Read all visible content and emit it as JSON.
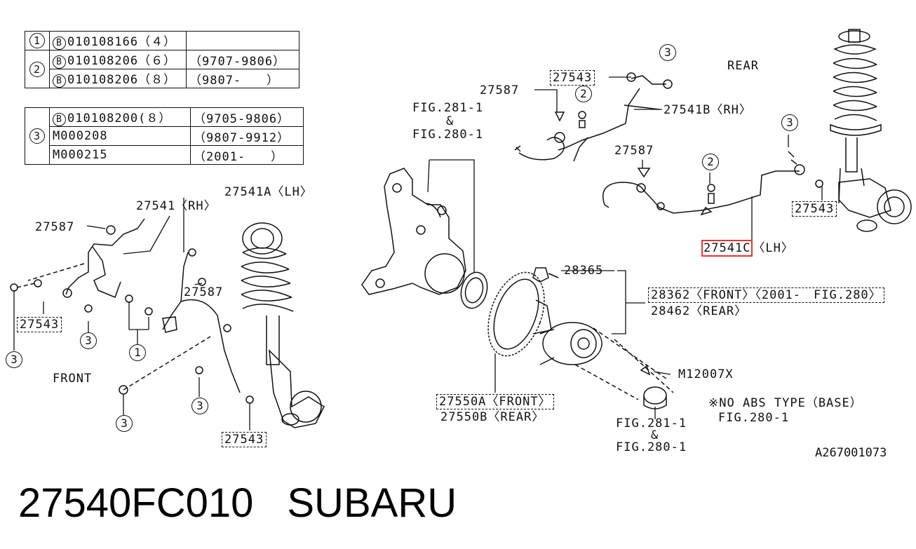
{
  "table1": {
    "rows": [
      {
        "ref": "1",
        "part": "010108166（４）",
        "range": ""
      },
      {
        "ref": "2",
        "part": "010108206（６）",
        "range": "（9707-9806）"
      },
      {
        "ref": "",
        "part": "010108206（８）",
        "range": "（9807-　　）"
      }
    ],
    "b_mark": "B"
  },
  "table2": {
    "ref": "3",
    "rows": [
      {
        "b": true,
        "part": "010108200(８）",
        "range": "（9705-9806）"
      },
      {
        "b": false,
        "part": "M000208",
        "range": "（9807-9912）"
      },
      {
        "b": false,
        "part": "M000215",
        "range": "（2001-　　）"
      }
    ]
  },
  "labels": {
    "rear": "REAR",
    "front": "FRONT",
    "p27543_top": "27543",
    "p27587_top": "27587",
    "p27541b": "27541B〈RH〉",
    "fig281_top": "FIG.281-1",
    "amp": "&",
    "fig280_top": "FIG.280-1",
    "p27587_mid": "27587",
    "p27543_right": "27543",
    "p27541c": "27541C〈LH〉",
    "p27541c_highlight": "27541C",
    "p27541c_suffix": "〈LH〉",
    "p27541a": "27541A〈LH〉",
    "p27541_rh": "27541〈RH〉",
    "p27587_left": "27587",
    "p27587_left2": "27587",
    "p27543_left": "27543",
    "p27543_bottom": "27543",
    "p28365": "28365",
    "p28362": "28362〈FRONT〉〈2001-　FIG.280〉",
    "p28462": "28462〈REAR〉",
    "m12007x": "M12007X",
    "p27550a": "27550A〈FRONT〉",
    "p27550b": "27550B〈REAR〉",
    "note1": "※NO ABS TYPE（BASE）",
    "note2": "FIG.280-1",
    "fig281_bot": "FIG.281-1",
    "amp_bot": "&",
    "fig280_bot": "FIG.280-1",
    "code": "A267001073"
  },
  "callouts": [
    "1",
    "2",
    "3"
  ],
  "footer": {
    "part_number": "27540FC010",
    "brand": "SUBARU"
  },
  "colors": {
    "line": "#111111",
    "highlight": "#e33333"
  }
}
